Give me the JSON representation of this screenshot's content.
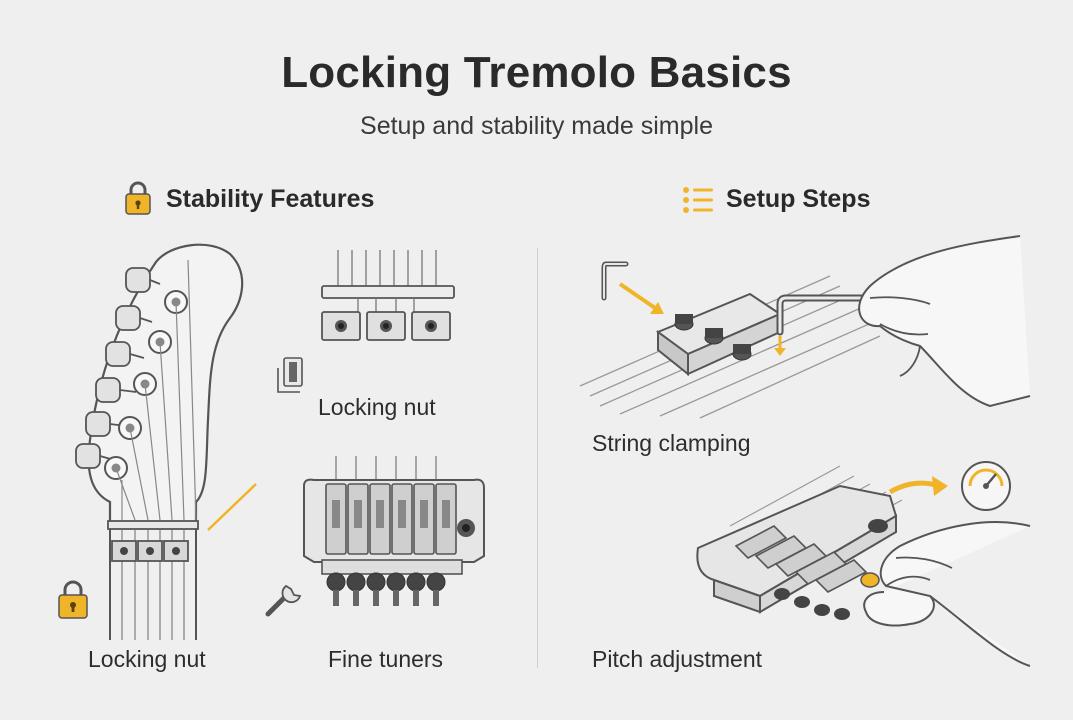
{
  "header": {
    "title": "Locking Tremolo Basics",
    "subtitle": "Setup and stability made simple"
  },
  "stability": {
    "heading": "Stability Features",
    "icon": "lock-icon",
    "captions": {
      "headstock": "Locking nut",
      "nut_closeup": "Locking nut",
      "fine_tuners": "Fine tuners"
    }
  },
  "setup": {
    "heading": "Setup Steps",
    "icon": "list-icon",
    "captions": {
      "clamping": "String clamping",
      "pitch": "Pitch adjustment"
    }
  },
  "colors": {
    "accent": "#f0b429",
    "background": "#efefef",
    "line": "#555555"
  }
}
